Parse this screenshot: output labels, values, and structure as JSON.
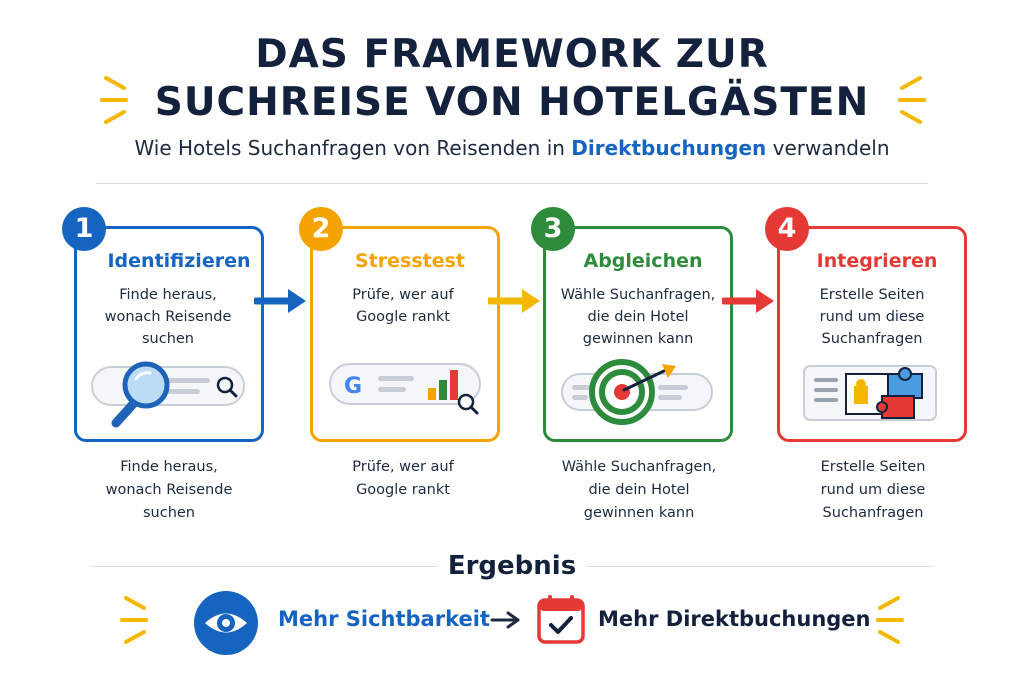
{
  "header": {
    "title_line1": "DAS FRAMEWORK ZUR",
    "title_line2": "SUCHREISE VON HOTELGÄSTEN",
    "subtitle_pre": "Wie Hotels Suchanfragen von Reisenden in ",
    "subtitle_bold": "Direktbuchungen",
    "subtitle_post": " verwandeln"
  },
  "steps": [
    {
      "number": "1",
      "title": "Identifizieren",
      "desc_lines": [
        "Finde heraus,",
        "wonach Reisende",
        "suchen"
      ],
      "color": "#1565c0",
      "icon": "search-magnifier-icon"
    },
    {
      "number": "2",
      "title": "Stresstest",
      "desc_lines": [
        "Prüfe, wer auf",
        "Google rankt"
      ],
      "color": "#f5a300",
      "icon": "google-ranking-chart-icon"
    },
    {
      "number": "3",
      "title": "Abgleichen",
      "desc_lines": [
        "Wähle Suchanfragen,",
        "die dein Hotel",
        "gewinnen kann"
      ],
      "color": "#2e8b3c",
      "icon": "target-arrow-icon"
    },
    {
      "number": "4",
      "title": "Integrieren",
      "desc_lines": [
        "Erstelle Seiten",
        "rund um diese",
        "Suchanfragen"
      ],
      "color": "#e53935",
      "icon": "puzzle-pages-icon"
    }
  ],
  "result": {
    "heading": "Ergebnis",
    "left_label": "Mehr Sichtbarkeit",
    "right_label": "Mehr Direktbuchungen",
    "left_color": "#1565c0",
    "right_color": "#14213d"
  }
}
